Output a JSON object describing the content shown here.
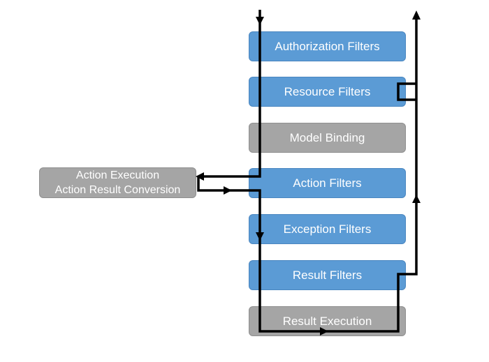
{
  "pipeline": [
    {
      "label": "Authorization Filters",
      "kind": "filter"
    },
    {
      "label": "Resource Filters",
      "kind": "filter"
    },
    {
      "label": "Model Binding",
      "kind": "step"
    },
    {
      "label": "Action Filters",
      "kind": "filter"
    },
    {
      "label": "Exception Filters",
      "kind": "filter"
    },
    {
      "label": "Result Filters",
      "kind": "filter"
    },
    {
      "label": "Result Execution",
      "kind": "step"
    }
  ],
  "side": {
    "line1": "Action Execution",
    "line2": "Action Result Conversion"
  },
  "colors": {
    "filter": "#5b9bd5",
    "step": "#a5a5a5",
    "flow": "#000000"
  }
}
